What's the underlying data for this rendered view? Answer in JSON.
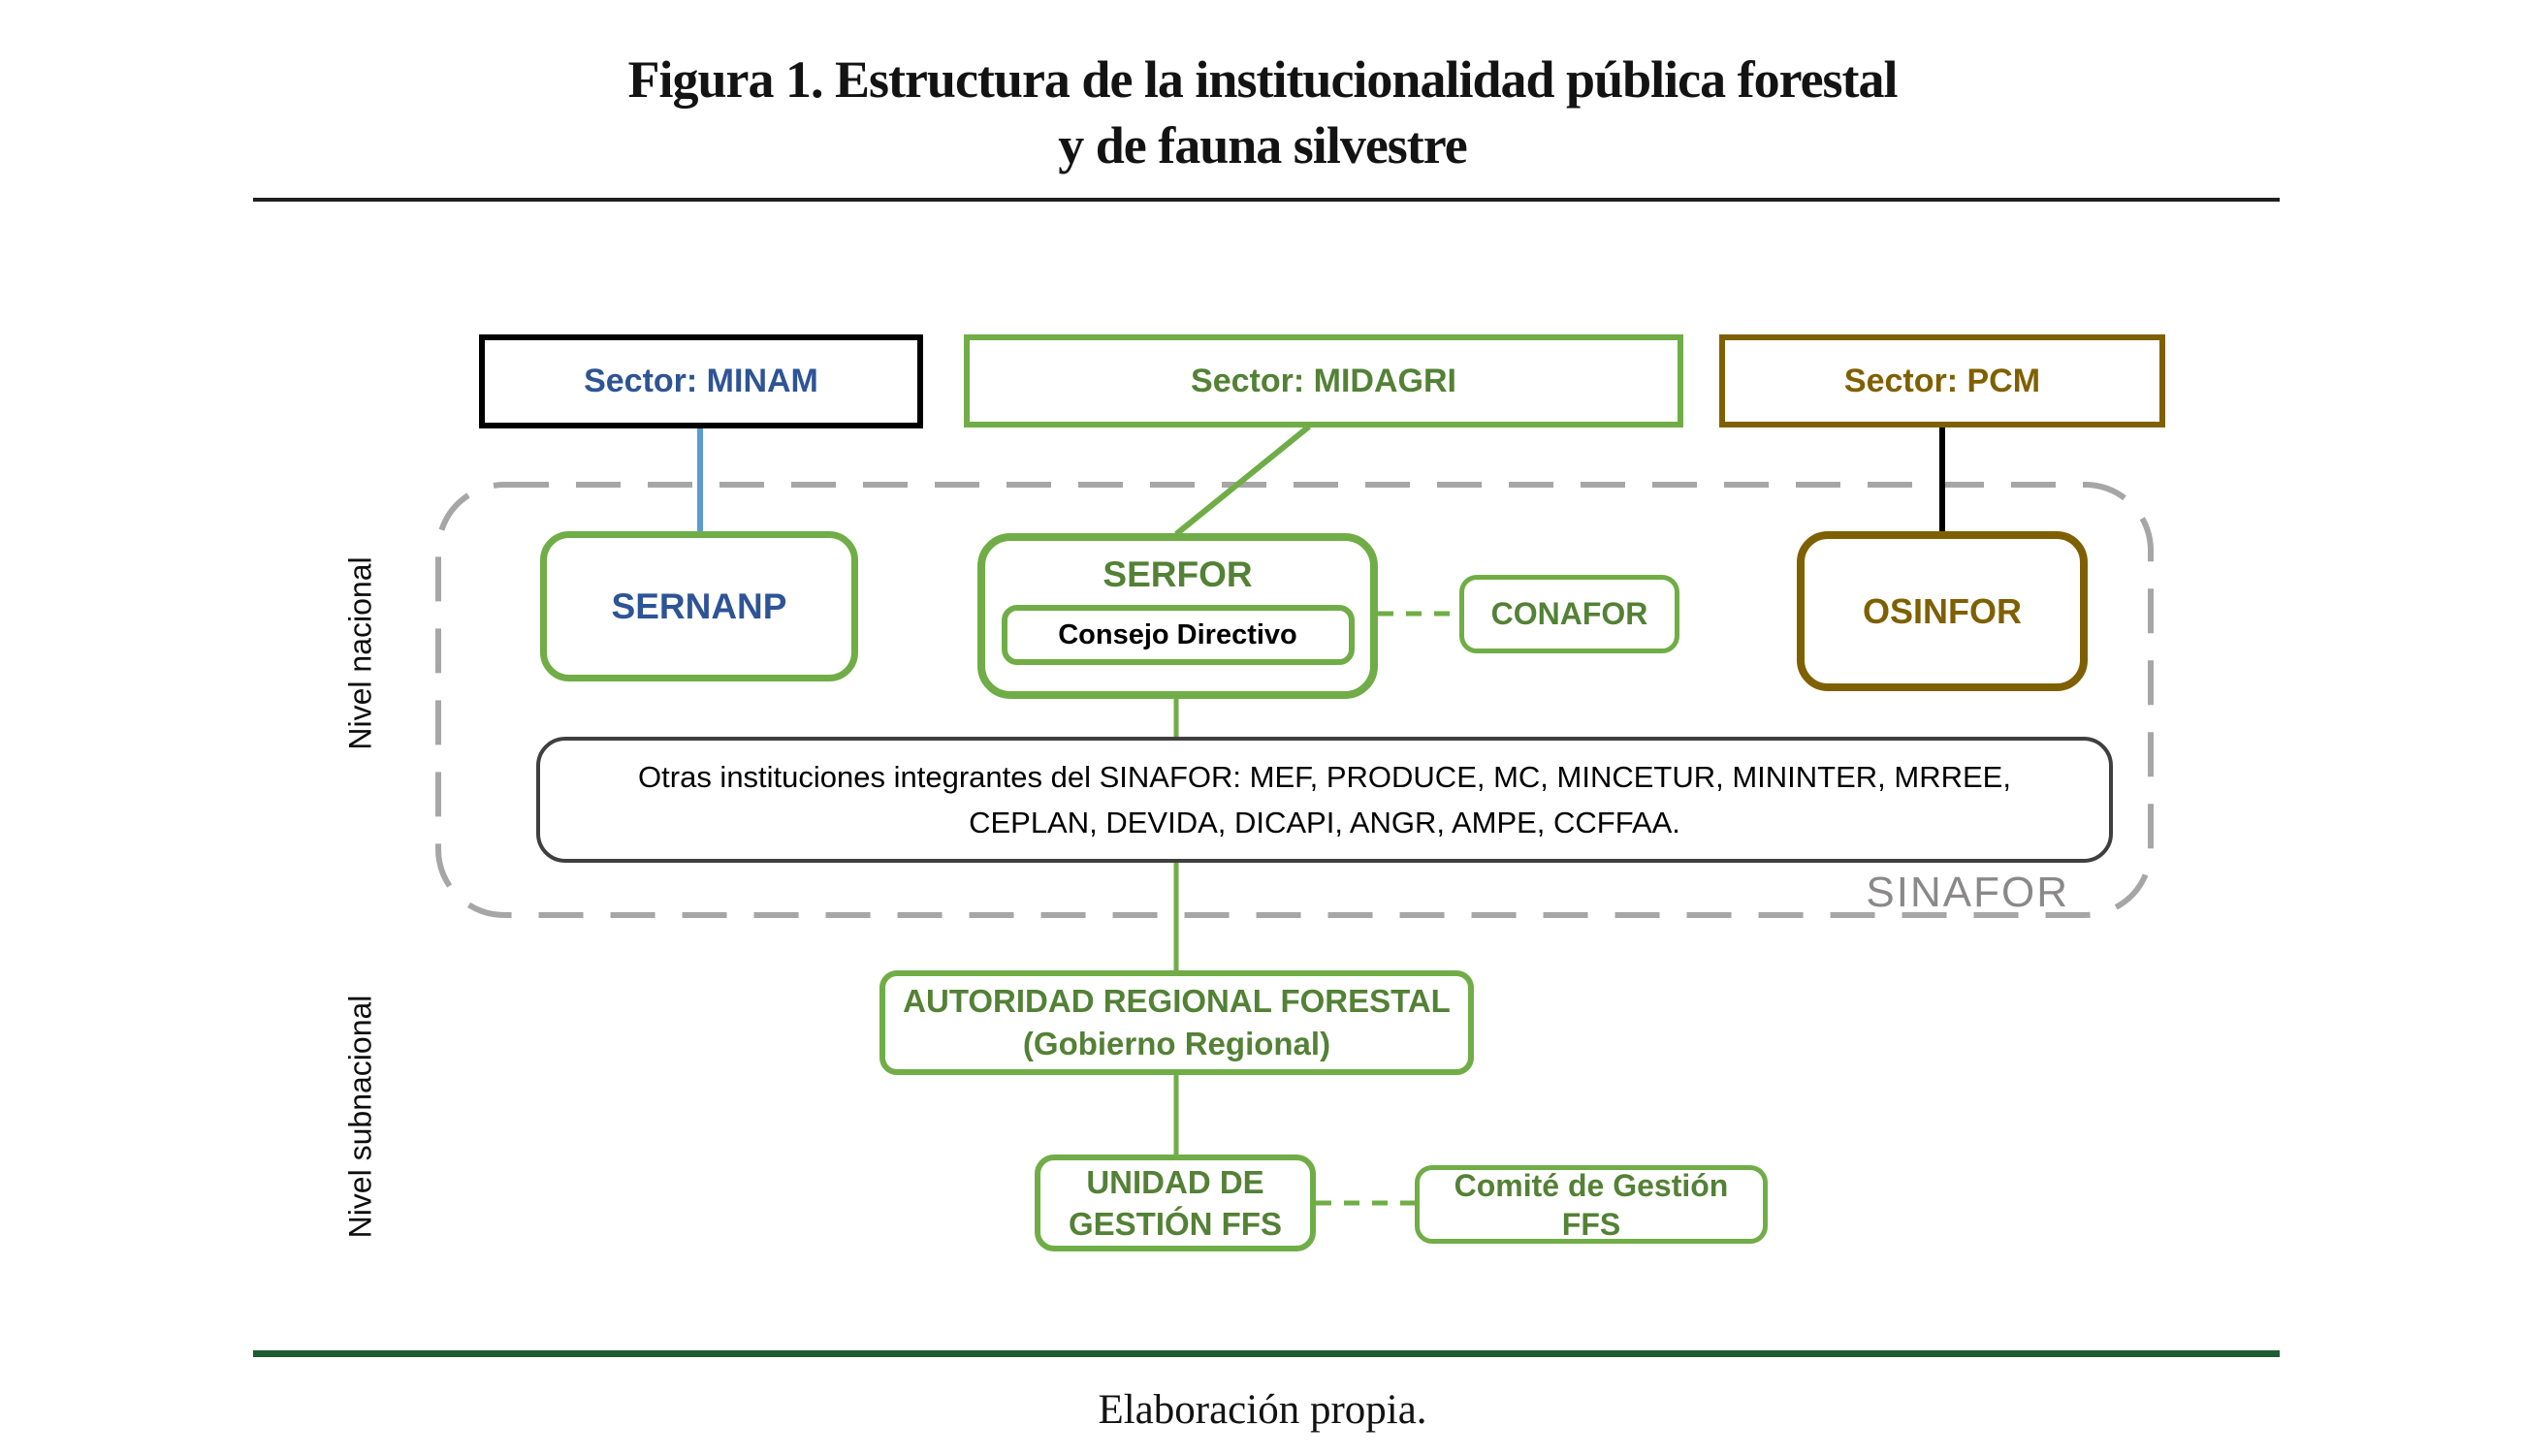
{
  "title": {
    "line1": "Figura 1. Estructura de la institucionalidad pública forestal",
    "line2": "y de fauna silvestre"
  },
  "levels": {
    "national": "Nivel nacional",
    "subnational": "Nivel subnacional"
  },
  "sectors": {
    "minam": "Sector: MINAM",
    "midagri": "Sector: MIDAGRI",
    "pcm": "Sector: PCM"
  },
  "nodes": {
    "sernanp": "SERNANP",
    "serfor": "SERFOR",
    "consejo_directivo": "Consejo Directivo",
    "conafor": "CONAFOR",
    "osinfor": "OSINFOR",
    "otras_line1": "Otras instituciones integrantes del SINAFOR: MEF, PRODUCE, MC, MINCETUR, MININTER, MRREE,",
    "otras_line2": "CEPLAN, DEVIDA, DICAPI, ANGR, AMPE, CCFFAA.",
    "sinafor_label": "SINAFOR",
    "autoridad_line1": "AUTORIDAD REGIONAL FORESTAL",
    "autoridad_line2": "(Gobierno Regional)",
    "unidad_line1": "UNIDAD DE",
    "unidad_line2": "GESTIÓN FFS",
    "comite_line1": "Comité de Gestión",
    "comite_line2": "FFS"
  },
  "footer": {
    "caption": "Elaboración propia."
  },
  "colors": {
    "green_border": "#70AD47",
    "green_text": "#538135",
    "blue_text": "#2E5496",
    "blue_connector": "#5B9BD5",
    "gold": "#7F6000",
    "black": "#000000",
    "dash_gray": "#A6A6A6",
    "sinafor_gray": "#8A8888",
    "outline_gray": "#3F3F3F",
    "dark_green_rule": "#1E5C33"
  }
}
